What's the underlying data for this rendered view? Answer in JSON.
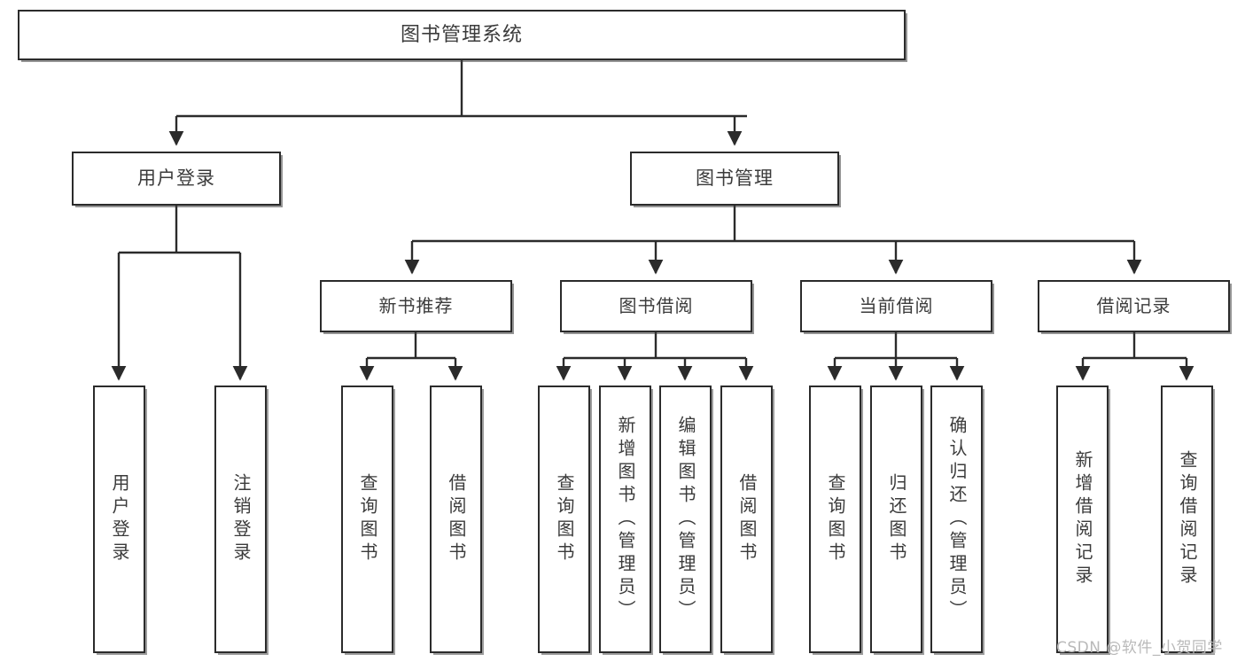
{
  "diagram": {
    "title_node": {
      "label": "图书管理系统"
    },
    "level2": [
      {
        "id": "user-login",
        "label": "用户登录"
      },
      {
        "id": "book-management",
        "label": "图书管理"
      }
    ],
    "level3": [
      {
        "id": "new-book-recommend",
        "label": "新书推荐"
      },
      {
        "id": "book-borrow",
        "label": "图书借阅"
      },
      {
        "id": "current-borrow",
        "label": "当前借阅"
      },
      {
        "id": "borrow-record",
        "label": "借阅记录"
      }
    ],
    "leaves": [
      {
        "id": "leaf-user-login",
        "label": "用户登录"
      },
      {
        "id": "leaf-logout-login",
        "label": "注销登录"
      },
      {
        "id": "leaf-query-book-1",
        "label": "查询图书"
      },
      {
        "id": "leaf-borrow-book-1",
        "label": "借阅图书"
      },
      {
        "id": "leaf-query-book-2",
        "label": "查询图书"
      },
      {
        "id": "leaf-add-book-admin",
        "label": "新增图书（管理员）"
      },
      {
        "id": "leaf-edit-book-admin",
        "label": "编辑图书（管理员）"
      },
      {
        "id": "leaf-borrow-book-2",
        "label": "借阅图书"
      },
      {
        "id": "leaf-query-book-3",
        "label": "查询图书"
      },
      {
        "id": "leaf-return-book",
        "label": "归还图书"
      },
      {
        "id": "leaf-confirm-return-admin",
        "label": "确认归还（管理员）"
      },
      {
        "id": "leaf-add-borrow-record",
        "label": "新增借阅记录"
      },
      {
        "id": "leaf-query-borrow-record",
        "label": "查询借阅记录"
      }
    ]
  },
  "watermark": {
    "text": "CSDN @软件_小贺同学"
  },
  "colors": {
    "stroke": "#2b2b2b",
    "text": "#3b3b3b",
    "background": "#ffffff",
    "watermark": "#b9b9b9"
  }
}
